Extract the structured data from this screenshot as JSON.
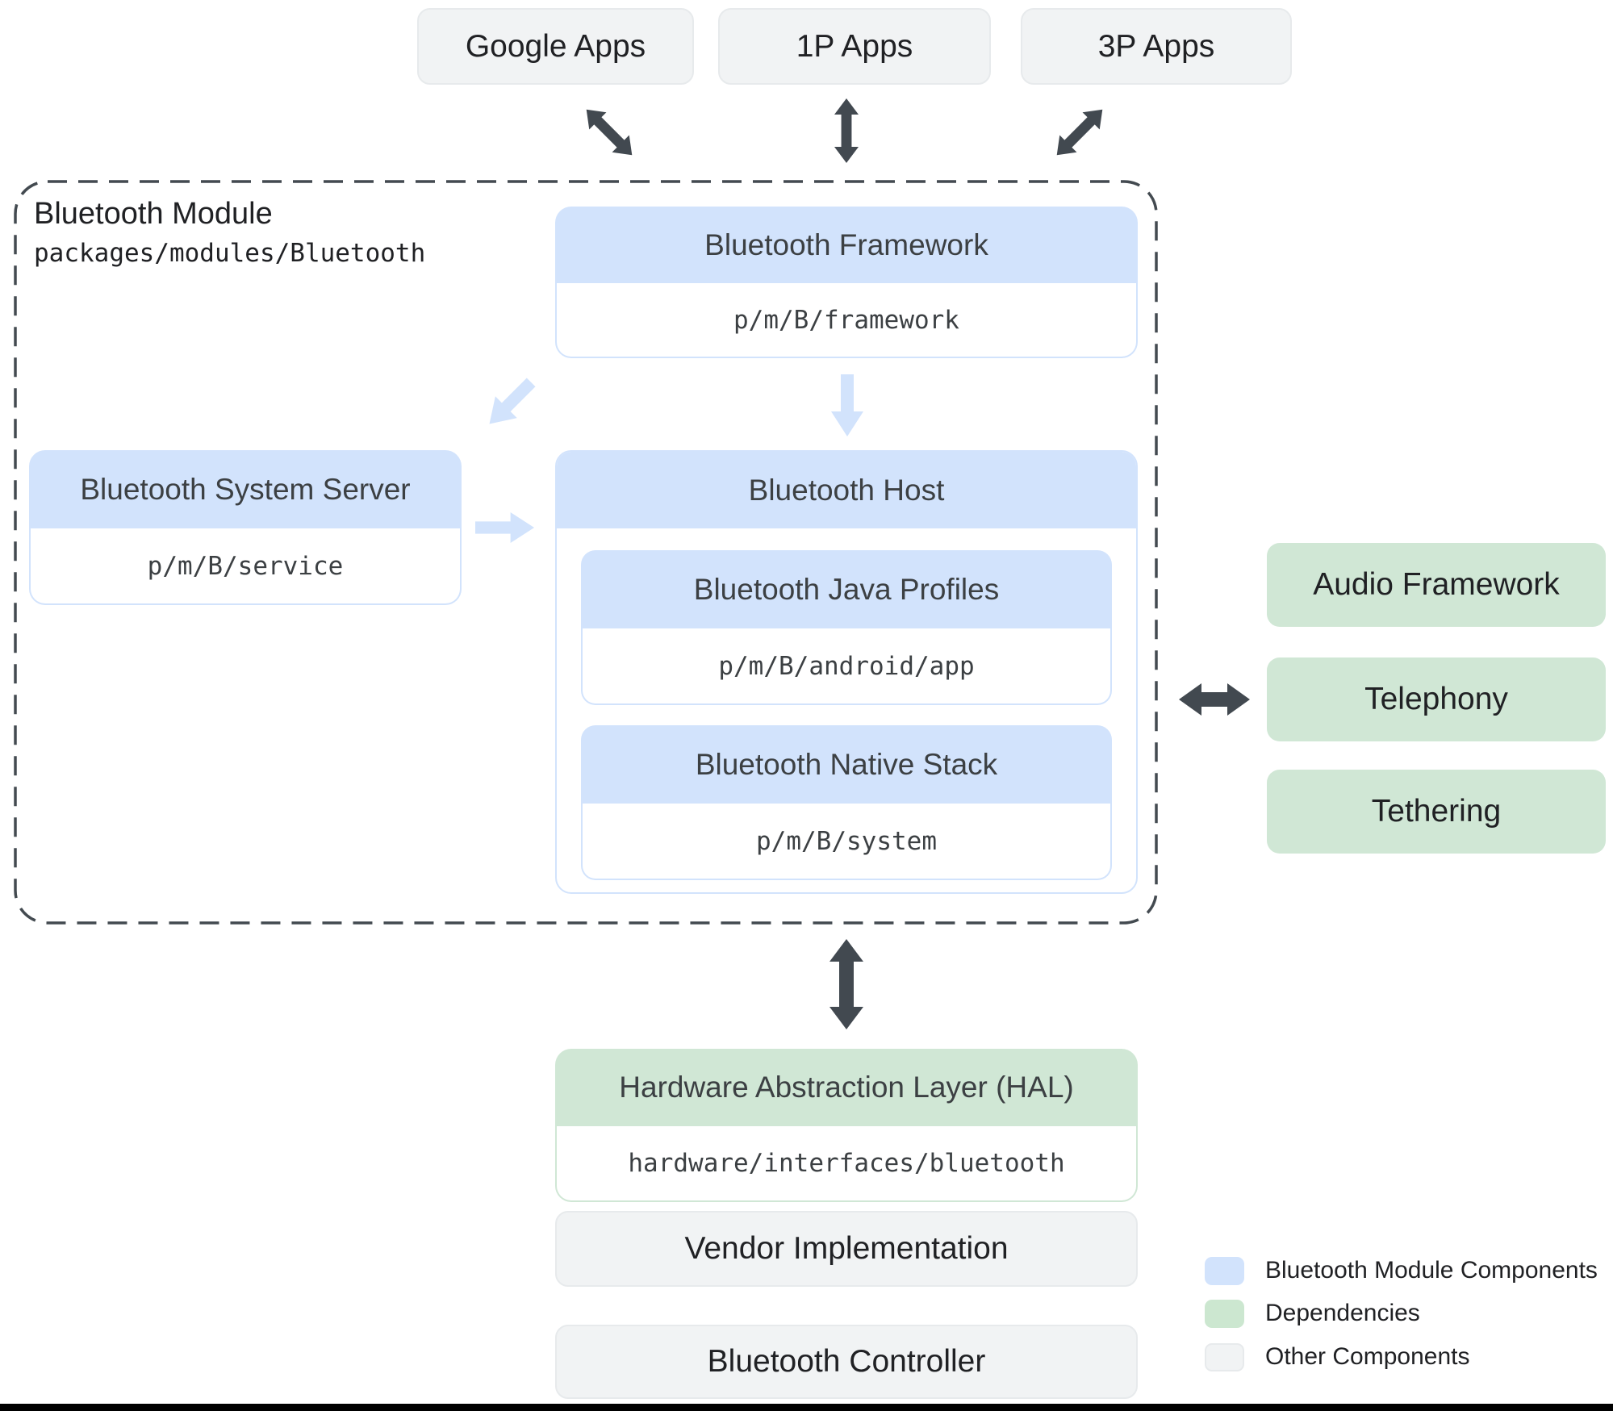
{
  "colors": {
    "module_component_blue": "#d2e3fc",
    "dependency_green": "#d0e7d5",
    "other_component_gray": "#f1f3f4",
    "arrow_dark": "#424950",
    "header_text": "#3c4043",
    "body_text": "#202124"
  },
  "top_apps": [
    {
      "label": "Google Apps"
    },
    {
      "label": "1P Apps"
    },
    {
      "label": "3P Apps"
    }
  ],
  "module": {
    "title": "Bluetooth Module",
    "path": "packages/modules/Bluetooth",
    "framework": {
      "title": "Bluetooth Framework",
      "path": "p/m/B/framework"
    },
    "system_server": {
      "title": "Bluetooth System Server",
      "path": "p/m/B/service"
    },
    "host": {
      "title": "Bluetooth Host",
      "java_profiles": {
        "title": "Bluetooth Java Profiles",
        "path": "p/m/B/android/app"
      },
      "native_stack": {
        "title": "Bluetooth Native Stack",
        "path": "p/m/B/system"
      }
    }
  },
  "dependencies": [
    {
      "label": "Audio Framework"
    },
    {
      "label": "Telephony"
    },
    {
      "label": "Tethering"
    }
  ],
  "hal": {
    "title": "Hardware Abstraction Layer (HAL)",
    "path": "hardware/interfaces/bluetooth"
  },
  "other_components": [
    {
      "label": "Vendor Implementation"
    },
    {
      "label": "Bluetooth Controller"
    }
  ],
  "legend": [
    {
      "label": "Bluetooth Module Components",
      "color": "#d2e3fc"
    },
    {
      "label": "Dependencies",
      "color": "#cce7d0"
    },
    {
      "label": "Other Components",
      "color": "#f1f3f4"
    }
  ]
}
